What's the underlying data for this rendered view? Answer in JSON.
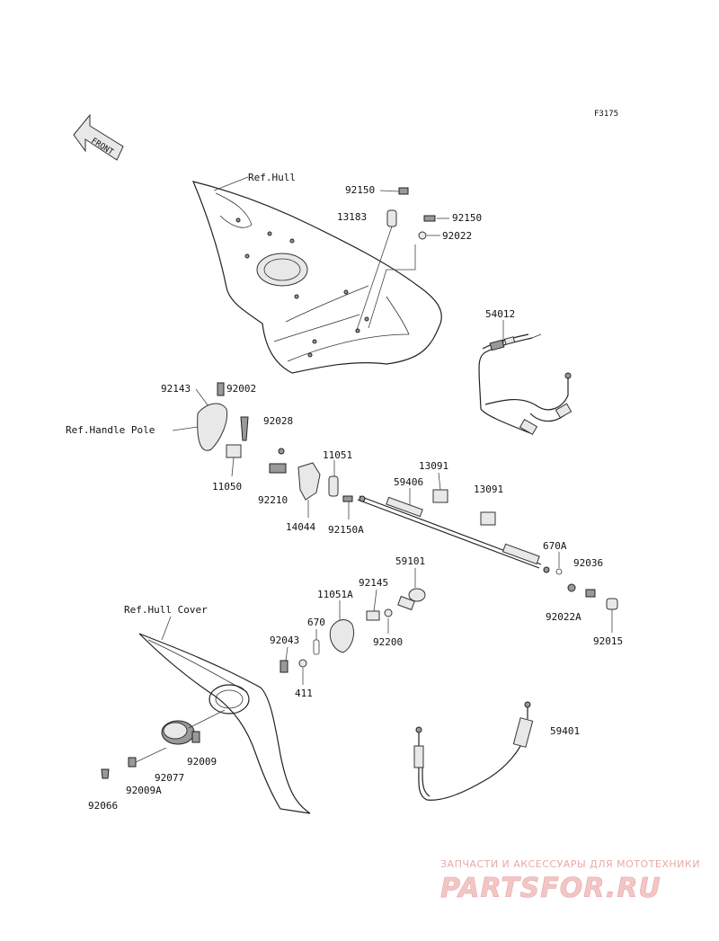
{
  "figure_code": "F3175",
  "front_arrow": "FRONT",
  "references": {
    "hull": "Ref.Hull",
    "handle_pole": "Ref.Handle Pole",
    "hull_cover": "Ref.Hull Cover"
  },
  "part_numbers": {
    "p92150_top": "92150",
    "p13183": "13183",
    "p92150_right": "92150",
    "p92022": "92022",
    "p54012": "54012",
    "p92143": "92143",
    "p92002": "92002",
    "p92028": "92028",
    "p11050": "11050",
    "p92210": "92210",
    "p11051": "11051",
    "p14044": "14044",
    "p92150A": "92150A",
    "p59406": "59406",
    "p13091_a": "13091",
    "p13091_b": "13091",
    "p670A": "670A",
    "p92036": "92036",
    "p92022A": "92022A",
    "p92015": "92015",
    "p59101": "59101",
    "p92145": "92145",
    "p11051A": "11051A",
    "p670": "670",
    "p92200": "92200",
    "p92043": "92043",
    "p411": "411",
    "p59401": "59401",
    "p92009": "92009",
    "p92077": "92077",
    "p92009A": "92009A",
    "p92066": "92066"
  },
  "watermark": {
    "tagline": "ЗАПЧАСТИ И АКСЕССУАРЫ ДЛЯ МОТОТЕХНИКИ",
    "brand": "PARTSFOR.RU"
  }
}
